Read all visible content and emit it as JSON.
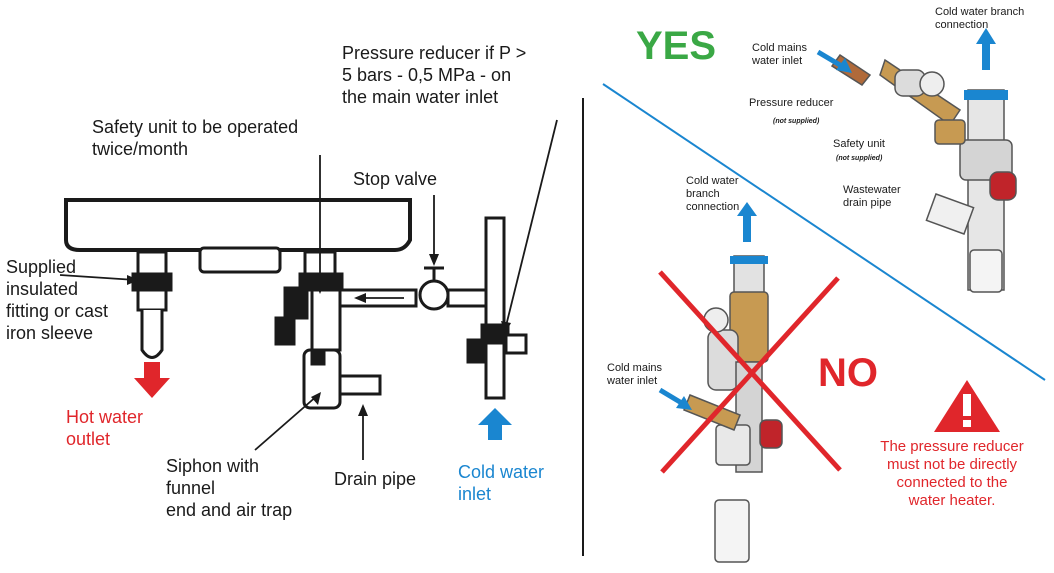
{
  "colors": {
    "red": "#e0262b",
    "blue": "#1a86d0",
    "green": "#3aa845",
    "ink": "#1a1a1a"
  },
  "left": {
    "pressure_reducer": "Pressure reducer if P >\n5 bars - 0,5 MPa - on\nthe main water inlet",
    "safety_unit": "Safety unit to be operated\ntwice/month",
    "stop_valve": "Stop valve",
    "supplied_fitting": "Supplied\ninsulated\nfitting or cast\niron sleeve",
    "hot_water": "Hot water\noutlet",
    "siphon": "Siphon with\nfunnel\nend and air trap",
    "drain_pipe": "Drain pipe",
    "cold_water": "Cold water\ninlet"
  },
  "right": {
    "yes": "YES",
    "no": "NO",
    "yes_panel": {
      "cold_branch": "Cold water branch\nconnection",
      "cold_mains": "Cold mains\nwater inlet",
      "pressure_reducer": "Pressure reducer",
      "pressure_reducer_note": "(not supplied)",
      "safety_unit": "Safety unit",
      "safety_unit_note": "(not supplied)",
      "wastewater": "Wastewater\ndrain pipe"
    },
    "no_panel": {
      "cold_branch": "Cold water\nbranch\nconnection",
      "cold_mains": "Cold mains\nwater inlet",
      "warning": "The pressure reducer\nmust not be directly\nconnected to the\nwater heater.",
      "warning_icon": "warning-triangle-icon"
    }
  }
}
